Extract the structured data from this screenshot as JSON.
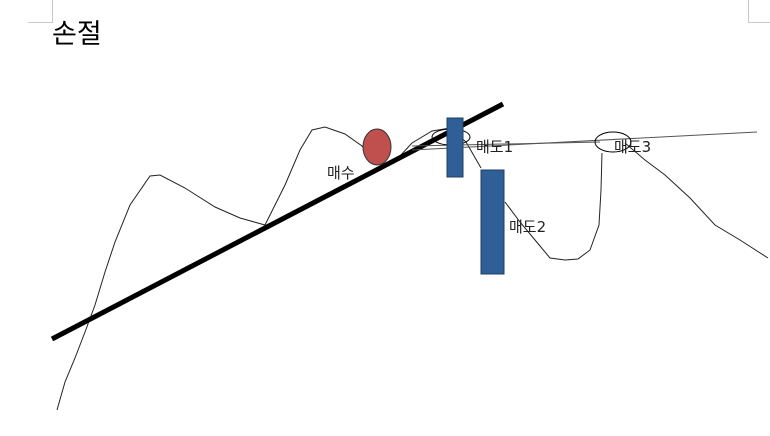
{
  "title": "손절",
  "labels": {
    "buy": "매수",
    "sell1": "매도1",
    "sell2": "매도2",
    "sell3": "매도3"
  },
  "colors": {
    "buy_marker": "#c0504d",
    "sell_bar": "#2f5f97"
  }
}
